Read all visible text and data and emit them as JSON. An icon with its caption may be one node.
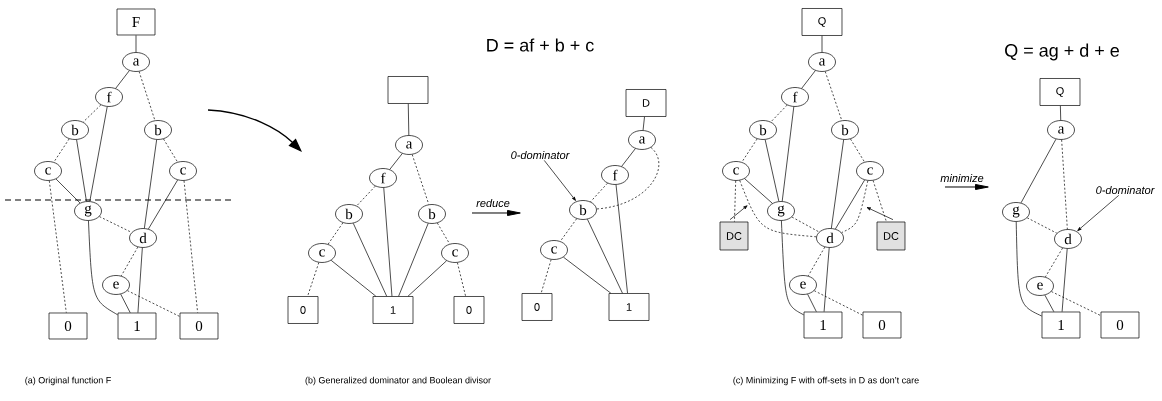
{
  "diagram": {
    "nodes": [
      {
        "text": [
          "F"
        ]
      },
      {
        "text": [
          "a"
        ]
      },
      {
        "text": [
          "f"
        ]
      },
      {
        "text": [
          "b"
        ]
      },
      {
        "text": [
          "b"
        ]
      },
      {
        "text": [
          "c"
        ]
      },
      {
        "text": [
          "c"
        ]
      },
      {
        "text": [
          "g"
        ]
      },
      {
        "text": [
          "d"
        ]
      },
      {
        "text": [
          "e"
        ]
      },
      {
        "text": [
          "0"
        ]
      },
      {
        "text": [
          "1"
        ]
      },
      {
        "text": [
          "0"
        ]
      },
      {
        "text": [],
        "shape": "box"
      },
      {
        "text": [
          "a"
        ]
      },
      {
        "text": [
          "f"
        ]
      },
      {
        "text": [
          "b"
        ]
      },
      {
        "text": [
          "b"
        ]
      },
      {
        "text": [
          "c"
        ]
      },
      {
        "text": [
          "c"
        ]
      },
      {
        "text": [
          "0"
        ]
      },
      {
        "text": [
          "1"
        ]
      },
      {
        "text": [
          "0"
        ]
      },
      {
        "text": [
          "0-dominator"
        ]
      },
      {
        "text": [
          "D"
        ]
      },
      {
        "text": [
          "a"
        ]
      },
      {
        "text": [
          "f"
        ]
      },
      {
        "text": [
          "b"
        ]
      },
      {
        "text": [
          "c"
        ]
      },
      {
        "text": [
          "0"
        ]
      },
      {
        "text": [
          "1"
        ]
      },
      {
        "text": [
          "Q"
        ]
      },
      {
        "text": [
          "a"
        ]
      },
      {
        "text": [
          "f"
        ]
      },
      {
        "text": [
          "b"
        ]
      },
      {
        "text": [
          "b"
        ]
      },
      {
        "text": [
          "c"
        ]
      },
      {
        "text": [
          "c"
        ]
      },
      {
        "text": [
          "g"
        ]
      },
      {
        "text": [
          "d"
        ]
      },
      {
        "text": [
          "DC"
        ]
      },
      {
        "text": [
          "DC"
        ]
      },
      {
        "text": [
          "e"
        ]
      },
      {
        "text": [
          "1"
        ]
      },
      {
        "text": [
          "0"
        ]
      },
      {
        "text": [
          "Q"
        ]
      },
      {
        "text": [
          "a"
        ]
      },
      {
        "text": [
          "0-dominator"
        ]
      },
      {
        "text": [
          "g"
        ]
      },
      {
        "text": [
          "d"
        ]
      },
      {
        "text": [
          "e"
        ]
      },
      {
        "text": [
          "1"
        ]
      },
      {
        "text": [
          "0"
        ]
      }
    ],
    "edges": [
      {
        "from": 0,
        "to": 1,
        "arrow": "none"
      },
      {
        "from": 1,
        "to": 2,
        "arrow": "none"
      },
      {
        "from": 1,
        "to": 4,
        "arrow": "none",
        "style": "dashed"
      },
      {
        "from": 2,
        "to": 3,
        "arrow": "none",
        "style": "dashed"
      },
      {
        "from": 2,
        "to": 7,
        "arrow": "none"
      },
      {
        "from": 3,
        "to": 5,
        "arrow": "none",
        "style": "dashed"
      },
      {
        "from": 3,
        "to": 7,
        "arrow": "none"
      },
      {
        "from": 4,
        "to": 8,
        "arrow": "none"
      },
      {
        "from": 4,
        "to": 6,
        "arrow": "none",
        "style": "dashed"
      },
      {
        "from": 5,
        "to": 7,
        "arrow": "none"
      },
      {
        "from": 5,
        "to": 10,
        "arrow": "none",
        "style": "dashed"
      },
      {
        "from": 6,
        "to": 8,
        "arrow": "none"
      },
      {
        "from": 6,
        "to": 12,
        "arrow": "none",
        "style": "dashed"
      },
      {
        "from": 7,
        "to": 8,
        "arrow": "none",
        "style": "dashed"
      },
      {
        "from": 7,
        "to": 11,
        "arrow": "none"
      },
      {
        "from": 8,
        "to": 9,
        "arrow": "none",
        "style": "dashed"
      },
      {
        "from": 8,
        "to": 11,
        "arrow": "none"
      },
      {
        "from": 9,
        "to": 11,
        "arrow": "none"
      },
      {
        "from": 9,
        "to": 12,
        "arrow": "none",
        "style": "dashed"
      },
      {
        "from": 13,
        "to": 14,
        "arrow": "none"
      },
      {
        "from": 14,
        "to": 15,
        "arrow": "none"
      },
      {
        "from": 14,
        "to": 17,
        "arrow": "none",
        "style": "dashed"
      },
      {
        "from": 15,
        "to": 16,
        "arrow": "none",
        "style": "dashed"
      },
      {
        "from": 15,
        "to": 21,
        "arrow": "none"
      },
      {
        "from": 16,
        "to": 18,
        "arrow": "none",
        "style": "dashed"
      },
      {
        "from": 16,
        "to": 21,
        "arrow": "none"
      },
      {
        "from": 17,
        "to": 21,
        "arrow": "none"
      },
      {
        "from": 17,
        "to": 19,
        "arrow": "none",
        "style": "dashed"
      },
      {
        "from": 18,
        "to": 21,
        "arrow": "none"
      },
      {
        "from": 18,
        "to": 20,
        "arrow": "none",
        "style": "dashed"
      },
      {
        "from": 19,
        "to": 21,
        "arrow": "none"
      },
      {
        "from": 19,
        "to": 22,
        "arrow": "none",
        "style": "dashed"
      },
      {
        "from": 23,
        "to": 27,
        "arrow": "to"
      },
      {
        "from": 24,
        "to": 25,
        "arrow": "none"
      },
      {
        "from": 25,
        "to": 26,
        "arrow": "none"
      },
      {
        "from": 25,
        "to": 27,
        "arrow": "none",
        "style": "dashed"
      },
      {
        "from": 26,
        "to": 27,
        "arrow": "none",
        "style": "dashed"
      },
      {
        "from": 26,
        "to": 30,
        "arrow": "none"
      },
      {
        "from": 27,
        "to": 28,
        "arrow": "none",
        "style": "dashed"
      },
      {
        "from": 27,
        "to": 30,
        "arrow": "none"
      },
      {
        "from": 28,
        "to": 30,
        "arrow": "none"
      },
      {
        "from": 28,
        "to": 29,
        "arrow": "none",
        "style": "dashed"
      },
      {
        "from": 31,
        "to": 32,
        "arrow": "none"
      },
      {
        "from": 32,
        "to": 33,
        "arrow": "none"
      },
      {
        "from": 32,
        "to": 35,
        "arrow": "none",
        "style": "dashed"
      },
      {
        "from": 33,
        "to": 34,
        "arrow": "none",
        "style": "dashed"
      },
      {
        "from": 33,
        "to": 38,
        "arrow": "none"
      },
      {
        "from": 34,
        "to": 36,
        "arrow": "none",
        "style": "dashed"
      },
      {
        "from": 34,
        "to": 38,
        "arrow": "none"
      },
      {
        "from": 35,
        "to": 39,
        "arrow": "none"
      },
      {
        "from": 35,
        "to": 37,
        "arrow": "none",
        "style": "dashed"
      },
      {
        "from": 36,
        "to": 38,
        "arrow": "none"
      },
      {
        "from": 36,
        "to": 40,
        "arrow": "none",
        "style": "dashed"
      },
      {
        "from": 36,
        "to": 39,
        "arrow": "none",
        "style": "dashed"
      },
      {
        "from": 37,
        "to": 39,
        "arrow": "none"
      },
      {
        "from": 37,
        "to": 39,
        "arrow": "none",
        "style": "dashed"
      },
      {
        "from": 37,
        "to": 41,
        "arrow": "none",
        "style": "dashed"
      },
      {
        "from": 38,
        "to": 39,
        "arrow": "none",
        "style": "dashed"
      },
      {
        "from": 38,
        "to": 43,
        "arrow": "none"
      },
      {
        "from": 39,
        "to": 42,
        "arrow": "none",
        "style": "dashed"
      },
      {
        "from": 39,
        "to": 43,
        "arrow": "none"
      },
      {
        "from": 42,
        "to": 43,
        "arrow": "none"
      },
      {
        "from": 42,
        "to": 44,
        "arrow": "none",
        "style": "dashed"
      },
      {
        "from": 40,
        "to": null,
        "arrow": "to"
      },
      {
        "from": 41,
        "to": null,
        "arrow": "to"
      },
      {
        "from": 45,
        "to": 46,
        "arrow": "none"
      },
      {
        "from": 46,
        "to": 48,
        "arrow": "none"
      },
      {
        "from": 46,
        "to": 49,
        "arrow": "none",
        "style": "dashed"
      },
      {
        "from": 48,
        "to": 49,
        "arrow": "none",
        "style": "dashed"
      },
      {
        "from": 48,
        "to": 51,
        "arrow": "none"
      },
      {
        "from": 49,
        "to": 50,
        "arrow": "none",
        "style": "dashed"
      },
      {
        "from": 49,
        "to": 51,
        "arrow": "none"
      },
      {
        "from": 50,
        "to": 51,
        "arrow": "none"
      },
      {
        "from": 50,
        "to": 52,
        "arrow": "none",
        "style": "dashed"
      },
      {
        "from": 47,
        "to": 49,
        "arrow": "to"
      }
    ],
    "labels": [
      "D = af + b + c",
      "Q = ag + d + e",
      "minimize",
      "reduce",
      "(a) Original function F",
      "(b) Generalized dominator and Boolean divisor",
      "(c) Minimizing F with off-sets in D as don’t care"
    ]
  }
}
